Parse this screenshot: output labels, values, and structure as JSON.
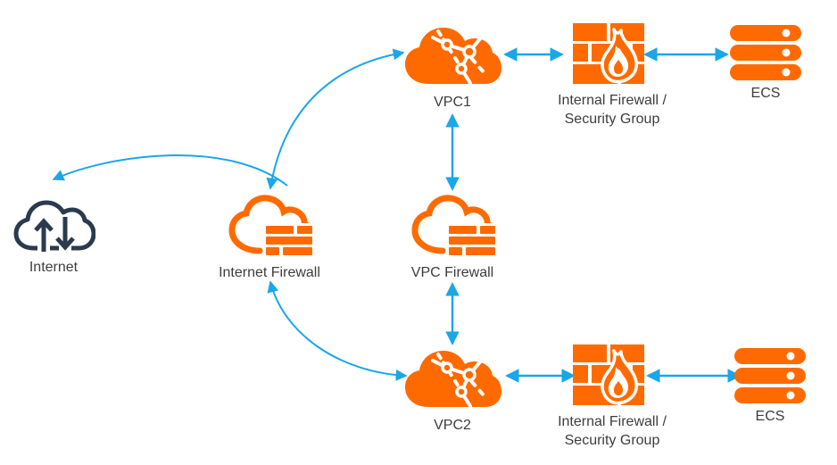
{
  "diagram": {
    "type": "network-architecture",
    "colors": {
      "accent_orange": "#FF6A00",
      "arrow_blue": "#1AA7E8",
      "internet_navy": "#2B3A4D",
      "label_gray": "#3D3D3D",
      "background": "#FFFFFF"
    },
    "nodes": {
      "internet": {
        "label": "Internet",
        "icon": "internet-cloud-icon"
      },
      "internet_firewall": {
        "label": "Internet Firewall",
        "icon": "cloud-firewall-icon"
      },
      "vpc1": {
        "label": "VPC1",
        "icon": "vpc-cloud-icon"
      },
      "vpc_firewall": {
        "label": "VPC Firewall",
        "icon": "cloud-firewall-icon"
      },
      "vpc2": {
        "label": "VPC2",
        "icon": "vpc-cloud-icon"
      },
      "internal_firewall_top": {
        "label_line1": "Internal Firewall /",
        "label_line2": "Security Group",
        "icon": "brick-flame-firewall-icon"
      },
      "ecs_top": {
        "label": "ECS",
        "icon": "server-stack-icon"
      },
      "internal_firewall_bottom": {
        "label_line1": "Internal Firewall /",
        "label_line2": "Security Group",
        "icon": "brick-flame-firewall-icon"
      },
      "ecs_bottom": {
        "label": "ECS",
        "icon": "server-stack-icon"
      }
    },
    "edges": [
      {
        "from": "internet_firewall",
        "to": "internet",
        "direction": "one-way",
        "style": "curved"
      },
      {
        "from": "internet_firewall",
        "to": "vpc1",
        "direction": "two-way",
        "style": "curved"
      },
      {
        "from": "internet_firewall",
        "to": "vpc2",
        "direction": "two-way",
        "style": "curved"
      },
      {
        "from": "vpc1",
        "to": "vpc_firewall",
        "direction": "two-way",
        "style": "straight"
      },
      {
        "from": "vpc_firewall",
        "to": "vpc2",
        "direction": "two-way",
        "style": "straight"
      },
      {
        "from": "vpc1",
        "to": "internal_firewall_top",
        "direction": "two-way",
        "style": "straight"
      },
      {
        "from": "internal_firewall_top",
        "to": "ecs_top",
        "direction": "two-way",
        "style": "straight"
      },
      {
        "from": "vpc2",
        "to": "internal_firewall_bottom",
        "direction": "two-way",
        "style": "straight"
      },
      {
        "from": "internal_firewall_bottom",
        "to": "ecs_bottom",
        "direction": "two-way",
        "style": "straight"
      }
    ]
  }
}
